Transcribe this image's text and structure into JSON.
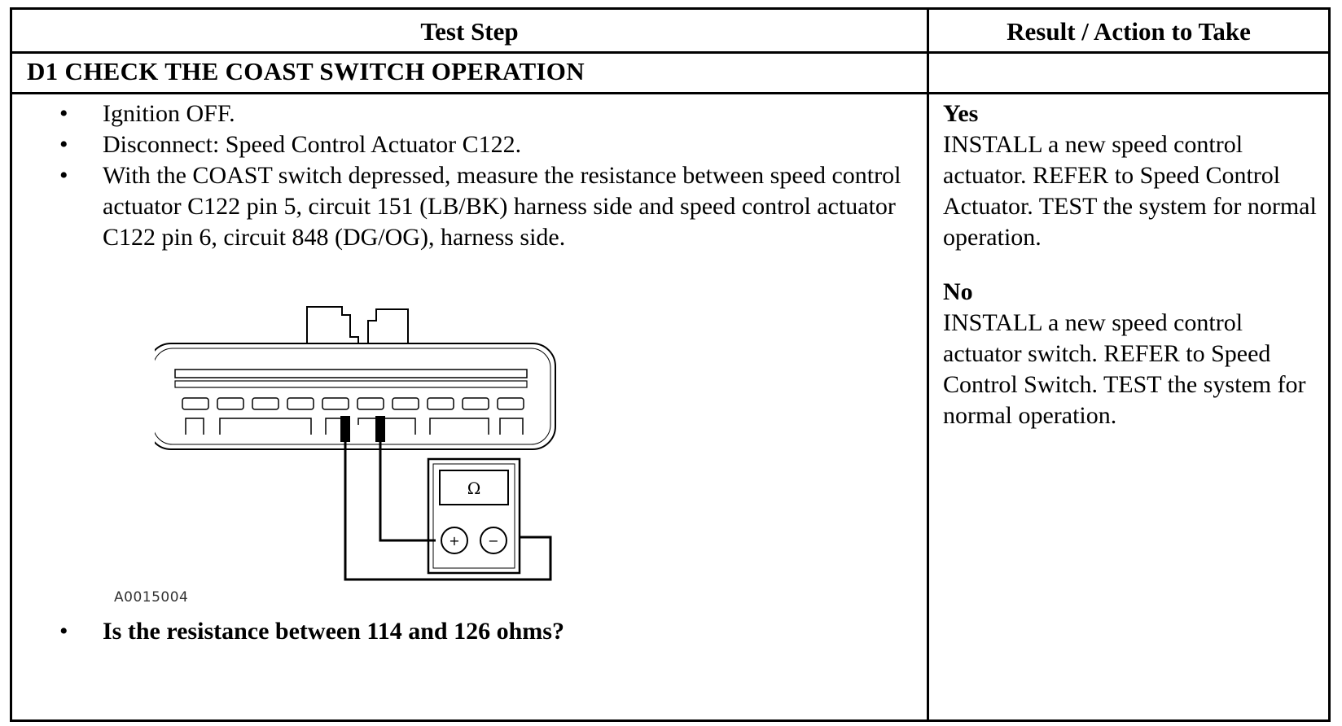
{
  "table": {
    "header_left": "Test Step",
    "header_right": "Result / Action to Take",
    "step_title": "D1 CHECK THE COAST SWITCH OPERATION",
    "steps": [
      "Ignition OFF.",
      "Disconnect: Speed Control Actuator C122.",
      "With the COAST switch depressed, measure the resistance between speed control actuator C122 pin 5, circuit 151 (LB/BK) harness side and speed control actuator C122 pin 6, circuit 848 (DG/OG), harness side."
    ],
    "figure_code": "A0015004",
    "meter_symbol": "Ω",
    "meter_plus": "+",
    "meter_minus": "−",
    "question": "Is the resistance between 114 and 126 ohms?",
    "bullet": "•",
    "results": {
      "yes_label": "Yes",
      "yes_text": "INSTALL a new speed control actuator. REFER to Speed Control Actuator. TEST the system for normal operation.",
      "no_label": "No",
      "no_text": "INSTALL a new speed control actuator switch. REFER to Speed Control Switch. TEST the system for normal operation."
    }
  }
}
